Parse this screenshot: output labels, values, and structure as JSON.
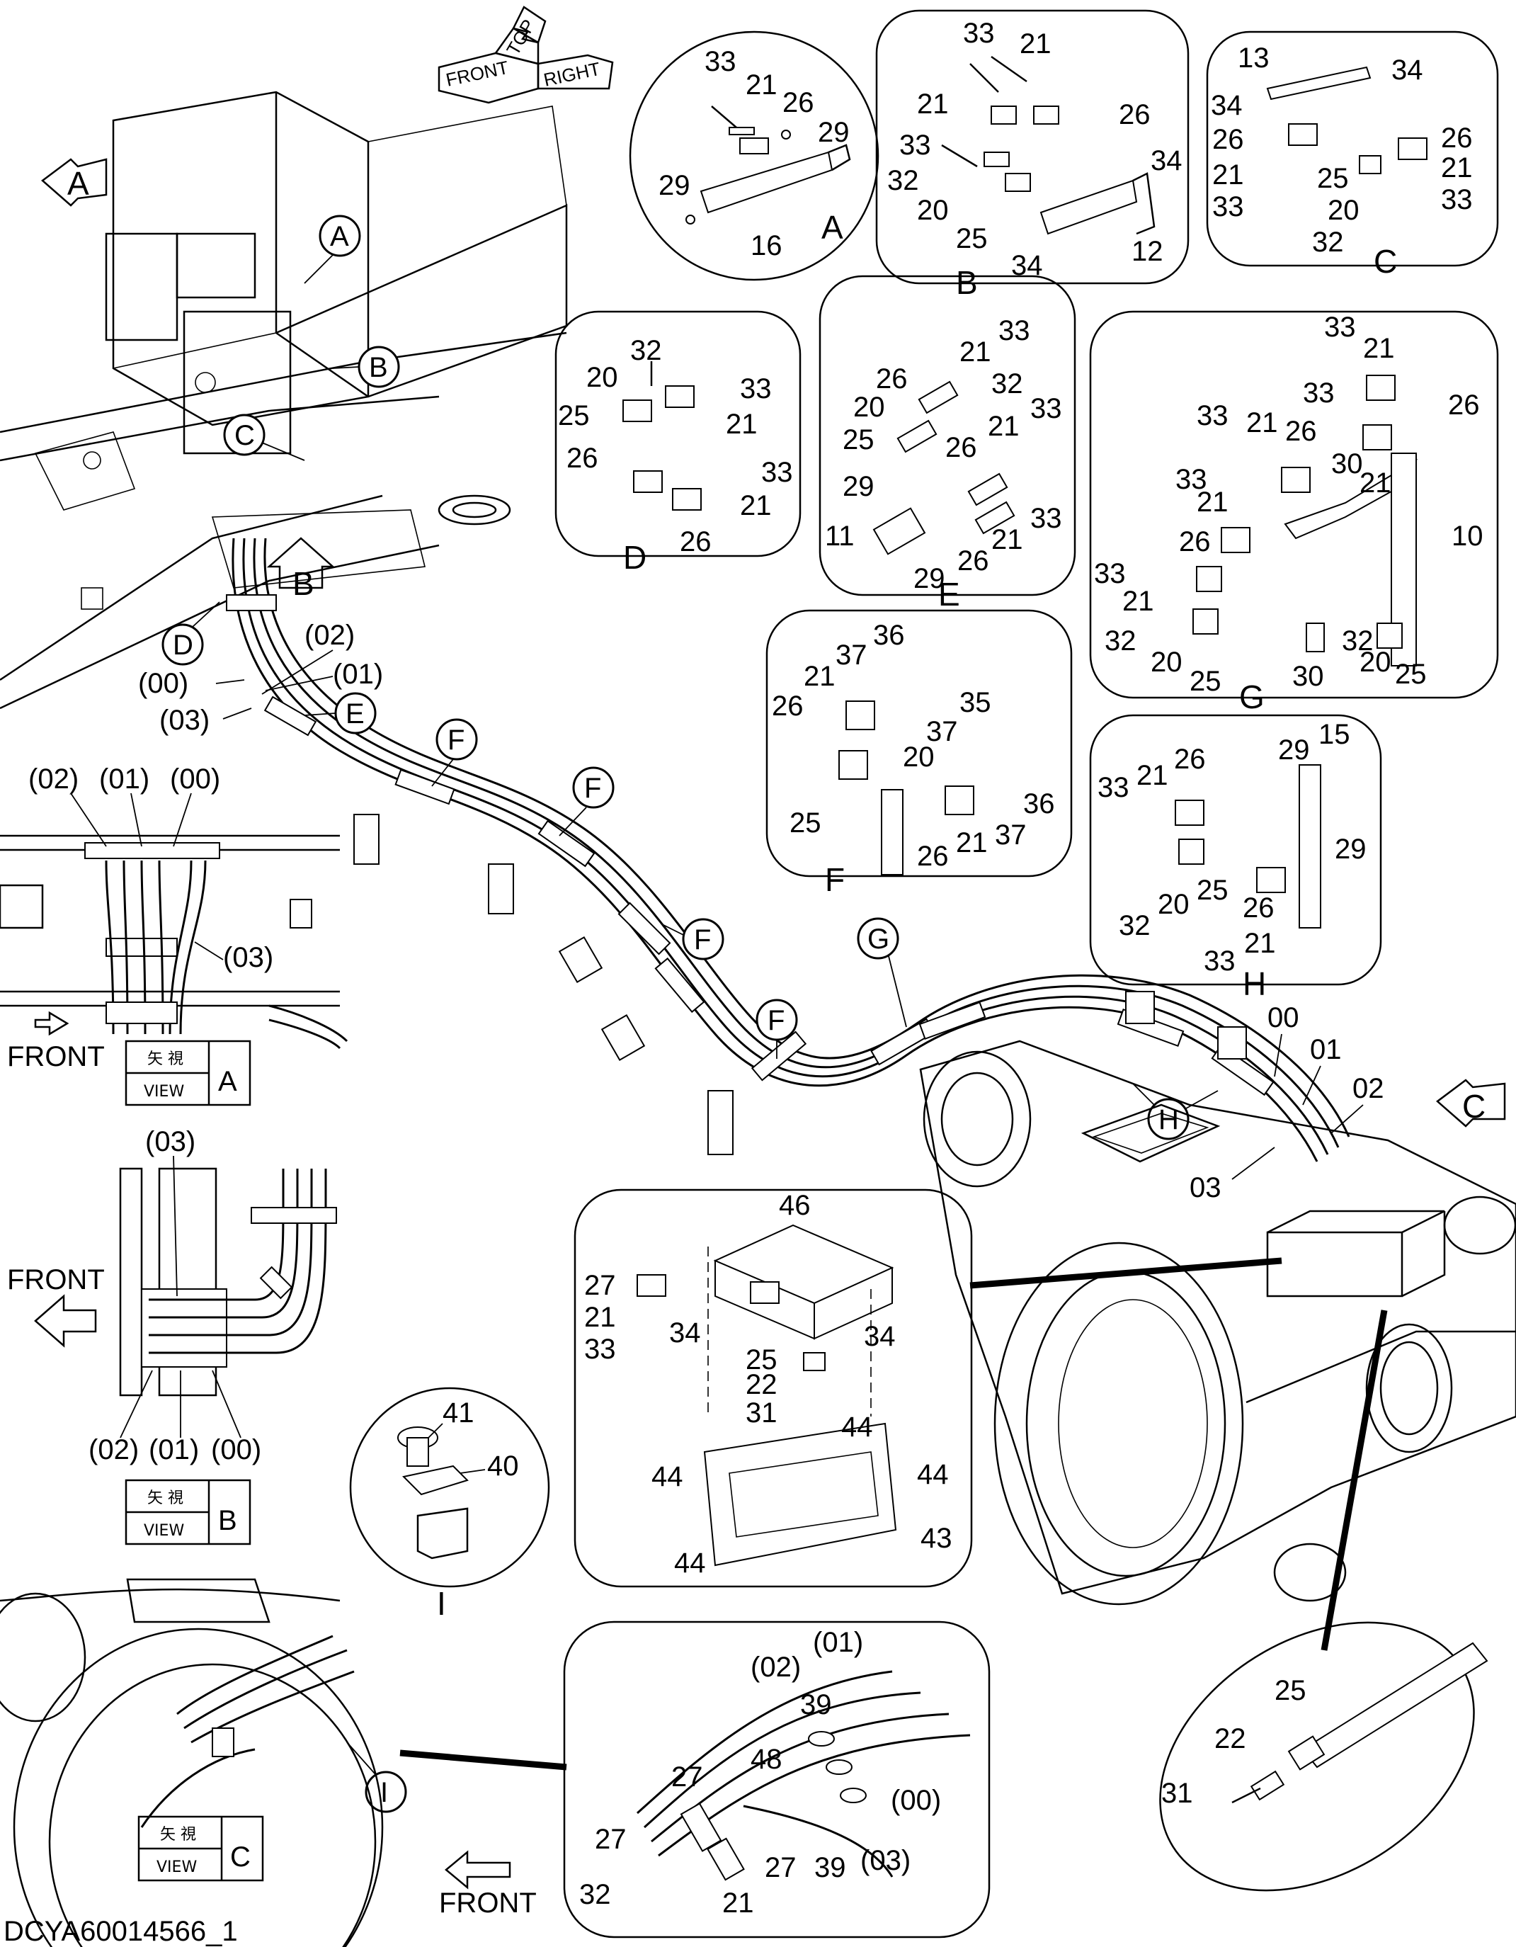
{
  "drawing_id": "DCYA60014566_1",
  "orientation": {
    "front": "FRONT",
    "top": "TOP",
    "right": "RIGHT"
  },
  "view_ref": {
    "jp": "矢 視",
    "view": "VIEW"
  },
  "views": {
    "A": {
      "letter": "A",
      "front_label": "FRONT",
      "hoses": [
        "(02)",
        "(01)",
        "(00)",
        "(03)"
      ]
    },
    "B": {
      "letter": "B",
      "front_label": "FRONT",
      "hoses_top": "(03)",
      "hoses_bottom": [
        "(02)",
        "(01)",
        "(00)"
      ]
    },
    "C": {
      "letter": "C",
      "front_label": "FRONT"
    }
  },
  "main_hoses": {
    "left": [
      "(02)",
      "(00)",
      "(01)",
      "(03)"
    ],
    "right": [
      "00",
      "01",
      "02",
      "03"
    ]
  },
  "callout_letters": [
    "A",
    "B",
    "C",
    "D",
    "E",
    "F",
    "F",
    "F",
    "F",
    "G",
    "H",
    "I"
  ],
  "details": {
    "A": {
      "title": "A",
      "parts": [
        "33",
        "21",
        "26",
        "29",
        "29",
        "16"
      ]
    },
    "B": {
      "title": "B",
      "parts": [
        "33",
        "21",
        "21",
        "26",
        "33",
        "34",
        "32",
        "20",
        "25",
        "34",
        "12"
      ]
    },
    "C": {
      "title": "C",
      "parts": [
        "13",
        "34",
        "34",
        "26",
        "26",
        "21",
        "25",
        "21",
        "33",
        "20",
        "33",
        "32"
      ]
    },
    "D": {
      "title": "D",
      "parts": [
        "32",
        "20",
        "33",
        "25",
        "21",
        "26",
        "33",
        "21",
        "26"
      ]
    },
    "E": {
      "title": "E",
      "parts": [
        "21",
        "33",
        "26",
        "32",
        "20",
        "33",
        "25",
        "26",
        "21",
        "29",
        "33",
        "11",
        "21",
        "29",
        "26"
      ]
    },
    "F": {
      "title": "F",
      "parts": [
        "36",
        "37",
        "21",
        "26",
        "35",
        "37",
        "20",
        "25",
        "36",
        "37",
        "26",
        "21"
      ]
    },
    "G": {
      "title": "G",
      "parts": [
        "33",
        "21",
        "33",
        "26",
        "33",
        "21",
        "26",
        "30",
        "21",
        "33",
        "21",
        "10",
        "26",
        "33",
        "21",
        "32",
        "20",
        "25",
        "30",
        "32",
        "20",
        "25"
      ]
    },
    "H": {
      "title": "H",
      "parts": [
        "29",
        "15",
        "33",
        "21",
        "26",
        "29",
        "32",
        "20",
        "25",
        "26",
        "33",
        "21"
      ]
    },
    "I": {
      "title": "I",
      "parts": [
        "41",
        "40"
      ]
    },
    "box": {
      "parts": [
        "46",
        "27",
        "21",
        "34",
        "34",
        "33",
        "25",
        "22",
        "31",
        "44",
        "44",
        "44",
        "43",
        "44"
      ]
    },
    "hose_clamp": {
      "parts": [
        "(02)",
        "(01)",
        "39",
        "27",
        "48",
        "27",
        "27",
        "39",
        "(00)",
        "(03)",
        "32",
        "21"
      ]
    },
    "clamp_small": {
      "parts": [
        "25",
        "22",
        "31"
      ]
    }
  }
}
